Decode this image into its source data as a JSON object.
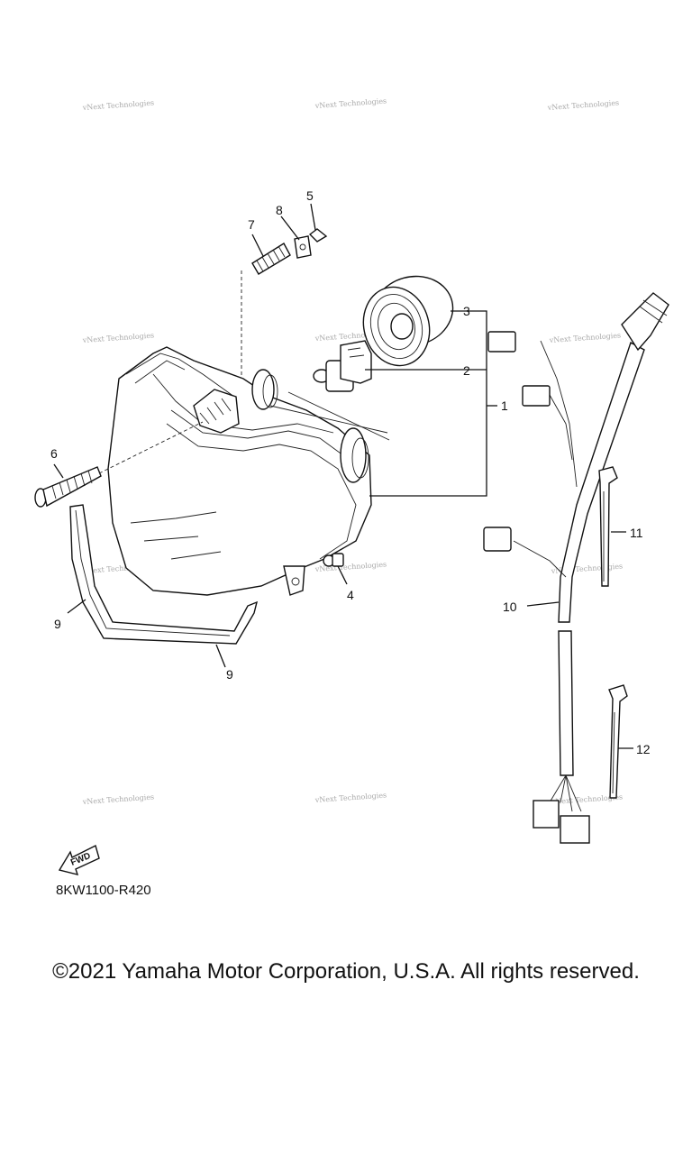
{
  "watermark": "vNext Technologies",
  "callouts": [
    {
      "id": "c1",
      "text": "1"
    },
    {
      "id": "c2",
      "text": "2"
    },
    {
      "id": "c3",
      "text": "3"
    },
    {
      "id": "c4",
      "text": "4"
    },
    {
      "id": "c5",
      "text": "5"
    },
    {
      "id": "c6",
      "text": "6"
    },
    {
      "id": "c7",
      "text": "7"
    },
    {
      "id": "c8",
      "text": "8"
    },
    {
      "id": "c9a",
      "text": "9"
    },
    {
      "id": "c9b",
      "text": "9"
    },
    {
      "id": "c10",
      "text": "10"
    },
    {
      "id": "c11",
      "text": "11"
    },
    {
      "id": "c12",
      "text": "12"
    }
  ],
  "direction_label": "FWD",
  "diagram_code": "8KW1100-R420",
  "copyright": "©2021 Yamaha Motor Corporation, U.S.A. All rights reserved."
}
